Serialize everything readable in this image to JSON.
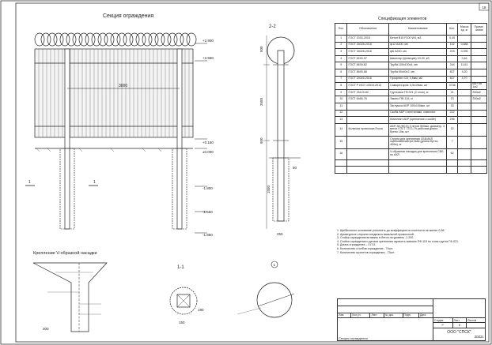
{
  "sheet_number": "18",
  "section_title": "Секция ограждения",
  "view_22_title": "2-2",
  "view_11_title": "1-1",
  "fastening_title": "Крепление V-образной насадки",
  "callout_1": "1",
  "section_marks": [
    "1",
    "1"
  ],
  "elevations": [
    "+2.900",
    "+2.550",
    "+0.160",
    "±0.000",
    "-1.800",
    "-1.550",
    "-1.850"
  ],
  "dims": {
    "span": "3000",
    "d_500": "500",
    "d_2550": "2550",
    "d_950": "950",
    "d_1550": "1550",
    "d_50": "50",
    "d_250": "250",
    "d_300": "300",
    "d_190": "190",
    "d_150": "150"
  },
  "spec": {
    "title": "Спецификация элементов",
    "headers": [
      "Поз.",
      "Обозначение",
      "Наименование",
      "Кол.",
      "Масса ед. кг",
      "Приме-чание"
    ],
    "rows": [
      [
        "1",
        "ГОСТ 2033-2015",
        "Бетон В15 F100 W4, м3",
        "0,40",
        "",
        ""
      ],
      [
        "2",
        "ГОСТ 34028-2016",
        "ф12 А400, мп",
        "102",
        "0,888",
        ""
      ],
      [
        "3",
        "ГОСТ 34028-2016",
        "ф6 А240, мп",
        "215",
        "0,395",
        ""
      ],
      [
        "4",
        "ГОСТ 8240-97",
        "Швеллер (фланцев) 10-20, кб",
        "",
        "0,46",
        ""
      ],
      [
        "5",
        "ГОСТ 8639-82",
        "Труба 100х100х4, мп",
        "244",
        "11,61",
        ""
      ],
      [
        "6",
        "ГОСТ 8645-68",
        "Труба 60х40х2, мп",
        "827",
        "4,20",
        ""
      ],
      [
        "7",
        "ГОСТ 24045-2016",
        "Профлист С8, 0,5мм, м2",
        "827",
        "4,70",
        ""
      ],
      [
        "8",
        "ГОСТ Р ИСО 10510-2013",
        "Саморез кров. 5,5х19мм, шт",
        "3738",
        "",
        "6шт на 1м2"
      ],
      [
        "9",
        "ГОСТ 25129-82",
        "Грунтовка ГФ-021 (2 слоя), кг",
        "21",
        "",
        "200м2"
      ],
      [
        "10",
        "ГОСТ 6465-76",
        "Эмаль ПФ-115, кг",
        "23",
        "",
        "200м2"
      ],
      [
        "11",
        "",
        "Заглушка АБР 100х100мм, шт",
        "33",
        "",
        ""
      ],
      [
        "12",
        "",
        "Скоба АБР с вентилями, комплект",
        "222",
        "",
        ""
      ],
      [
        "13",
        "",
        "Комплект АБР (крепление к скобе)",
        "296",
        "",
        ""
      ],
      [
        "14",
        "Колючая проволока Егоза",
        "АБР-38 (Ф0.5) 3 петли 500мм, диаметр, 3 витка ГОСТ 7372-79 рабочим длина бухты 10м, шт",
        "22",
        "",
        ""
      ],
      [
        "15",
        "",
        "Струна для крепления СББ/АКЛ оцинкованная ф2,5мм (длина бухты 400м), кг",
        "7",
        "",
        ""
      ],
      [
        "16",
        "",
        "V-образная насадка для крепления СББ по АКЛ",
        "62",
        "",
        ""
      ],
      [
        "",
        "",
        "",
        "",
        "",
        ""
      ],
      [
        "",
        "",
        "",
        "",
        "",
        ""
      ]
    ]
  },
  "notes": [
    "1.  Щебёночное основание уплотнить до коэффициента плотности не менее  0,98.",
    "2.  Арматурные стержни соединить вязальной проволокой.",
    "3.  Стойки ограждения вставить в бетон на уровень  -1.200.",
    "4.  Стойки ограждения и детали крепления окрасить эмалью ПФ-115 по слою грунта ГФ-021.",
    "5.  Длина ограждения – 217,5.",
    "6.  Количество столбов ограждения  - 74шт.",
    "7.  Количество пролетов ограждения  - 73шт."
  ],
  "stamp": {
    "headers": [
      "Изм.",
      "Кол.уч.",
      "Лист",
      "№ док.",
      "Подп.",
      "Дата"
    ],
    "stage_label": "Стадия",
    "sheet_label": "Лист",
    "sheets_label": "Листов",
    "stage_value": "Р",
    "sheet_value": "8",
    "sheet_name": "Секция ограждения",
    "company": "ООО \"СПСК\"",
    "year": "2022г."
  }
}
